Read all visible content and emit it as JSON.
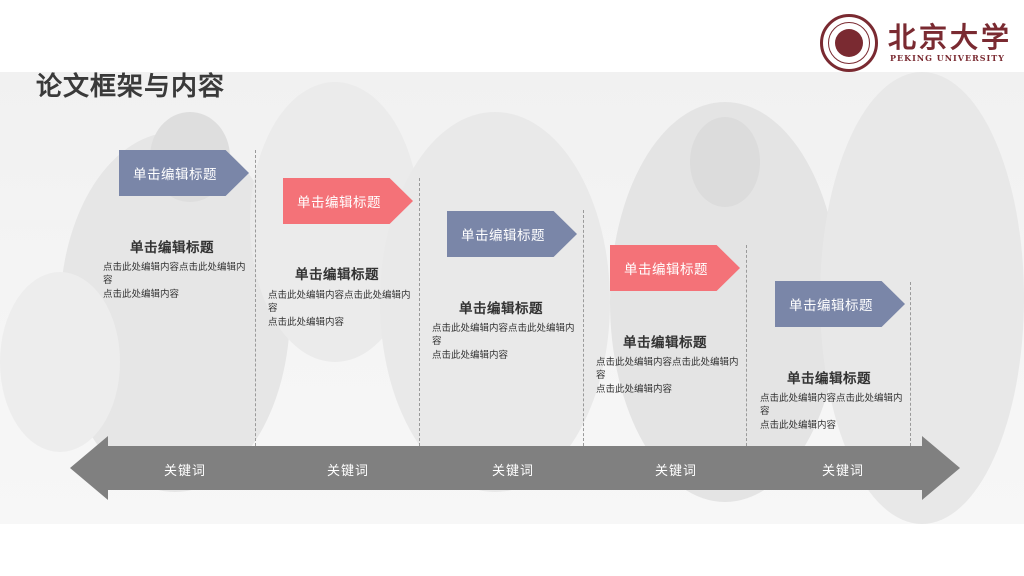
{
  "slide": {
    "title": "论文框架与内容"
  },
  "logo": {
    "cn": "北京大学",
    "en": "PEKING UNIVERSITY"
  },
  "steps": [
    {
      "tag": "单击编辑标题",
      "subtitle": "单击编辑标题",
      "body1": "点击此处编辑内容点击此处编辑内容",
      "body2": "点击此处编辑内容",
      "keyword": "关键词",
      "color": "#7a86a8"
    },
    {
      "tag": "单击编辑标题",
      "subtitle": "单击编辑标题",
      "body1": "点击此处编辑内容点击此处编辑内容",
      "body2": "点击此处编辑内容",
      "keyword": "关键词",
      "color": "#f47278"
    },
    {
      "tag": "单击编辑标题",
      "subtitle": "单击编辑标题",
      "body1": "点击此处编辑内容点击此处编辑内容",
      "body2": "点击此处编辑内容",
      "keyword": "关键词",
      "color": "#7a86a8"
    },
    {
      "tag": "单击编辑标题",
      "subtitle": "单击编辑标题",
      "body1": "点击此处编辑内容点击此处编辑内容",
      "body2": "点击此处编辑内容",
      "keyword": "关键词",
      "color": "#f47278"
    },
    {
      "tag": "单击编辑标题",
      "subtitle": "单击编辑标题",
      "body1": "点击此处编辑内容点击此处编辑内容",
      "body2": "点击此处编辑内容",
      "keyword": "关键词",
      "color": "#7a86a8"
    }
  ],
  "colors": {
    "accent_blue": "#7a86a8",
    "accent_red": "#f47278",
    "arrow_gray": "#808080",
    "brand": "#7a2a31"
  }
}
